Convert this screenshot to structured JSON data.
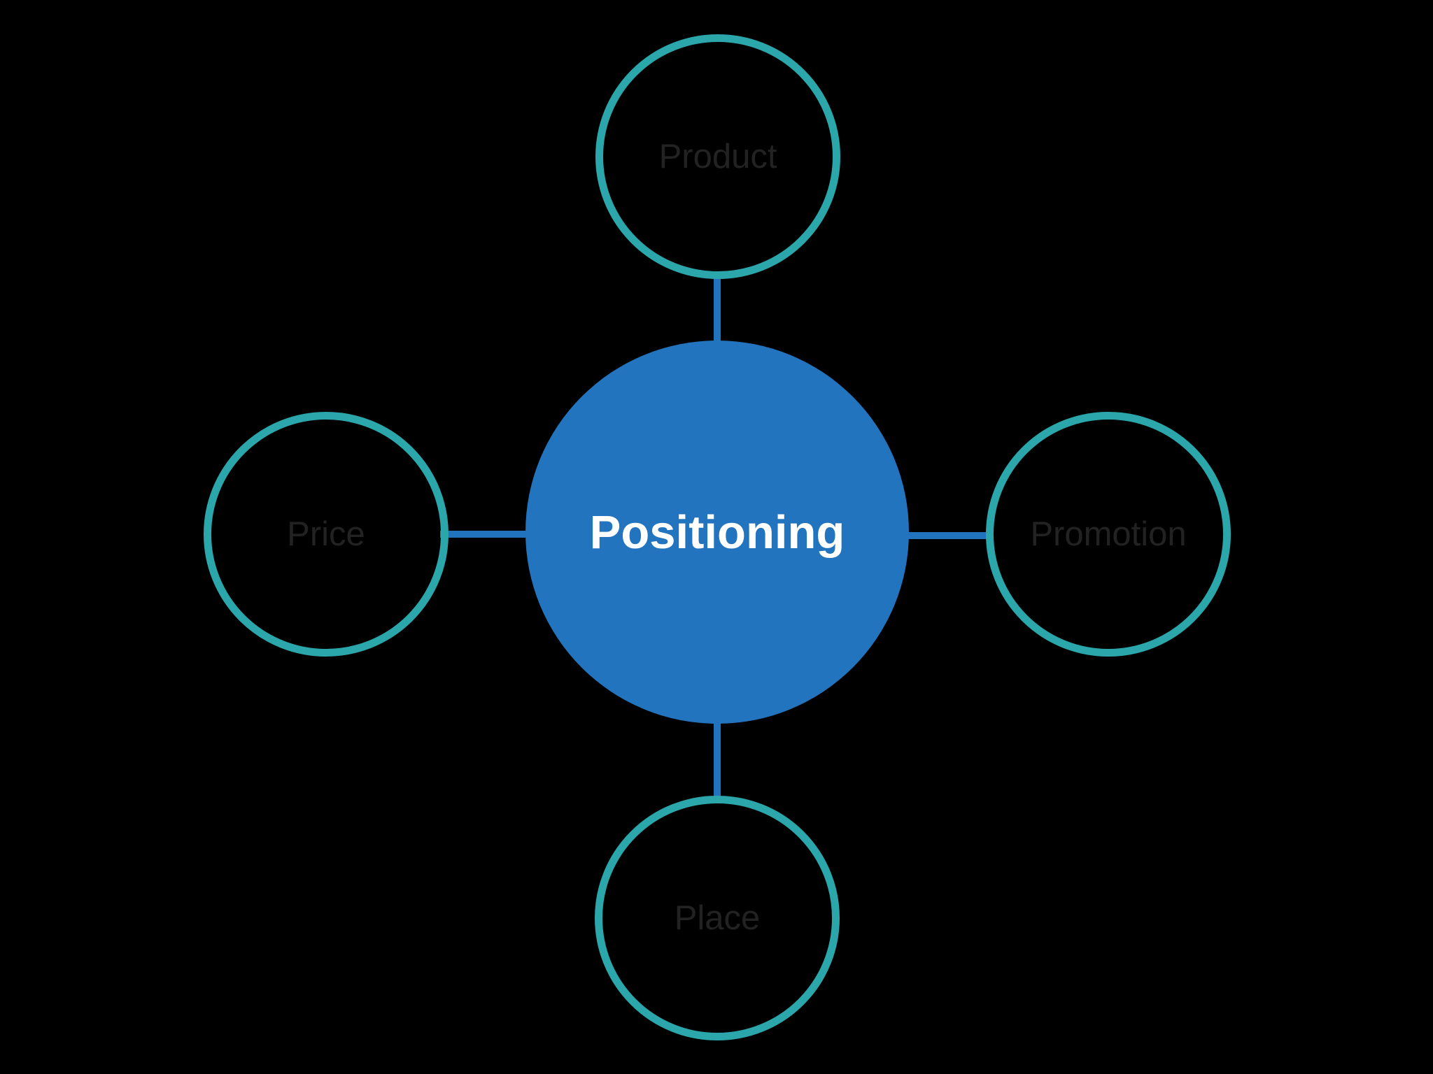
{
  "diagram": {
    "type": "hub-and-spoke",
    "center": {
      "label": "Positioning"
    },
    "satellites": [
      {
        "label": "Product",
        "position": "top"
      },
      {
        "label": "Price",
        "position": "left"
      },
      {
        "label": "Promotion",
        "position": "right"
      },
      {
        "label": "Place",
        "position": "bottom"
      }
    ],
    "theme": {
      "background": "#000000",
      "center-fill": "#2274BE",
      "center-text": "#FFFFFF",
      "ring-stroke": "#2BA7AC",
      "satellite-text": "#222222",
      "connector": "#2273BE"
    }
  }
}
